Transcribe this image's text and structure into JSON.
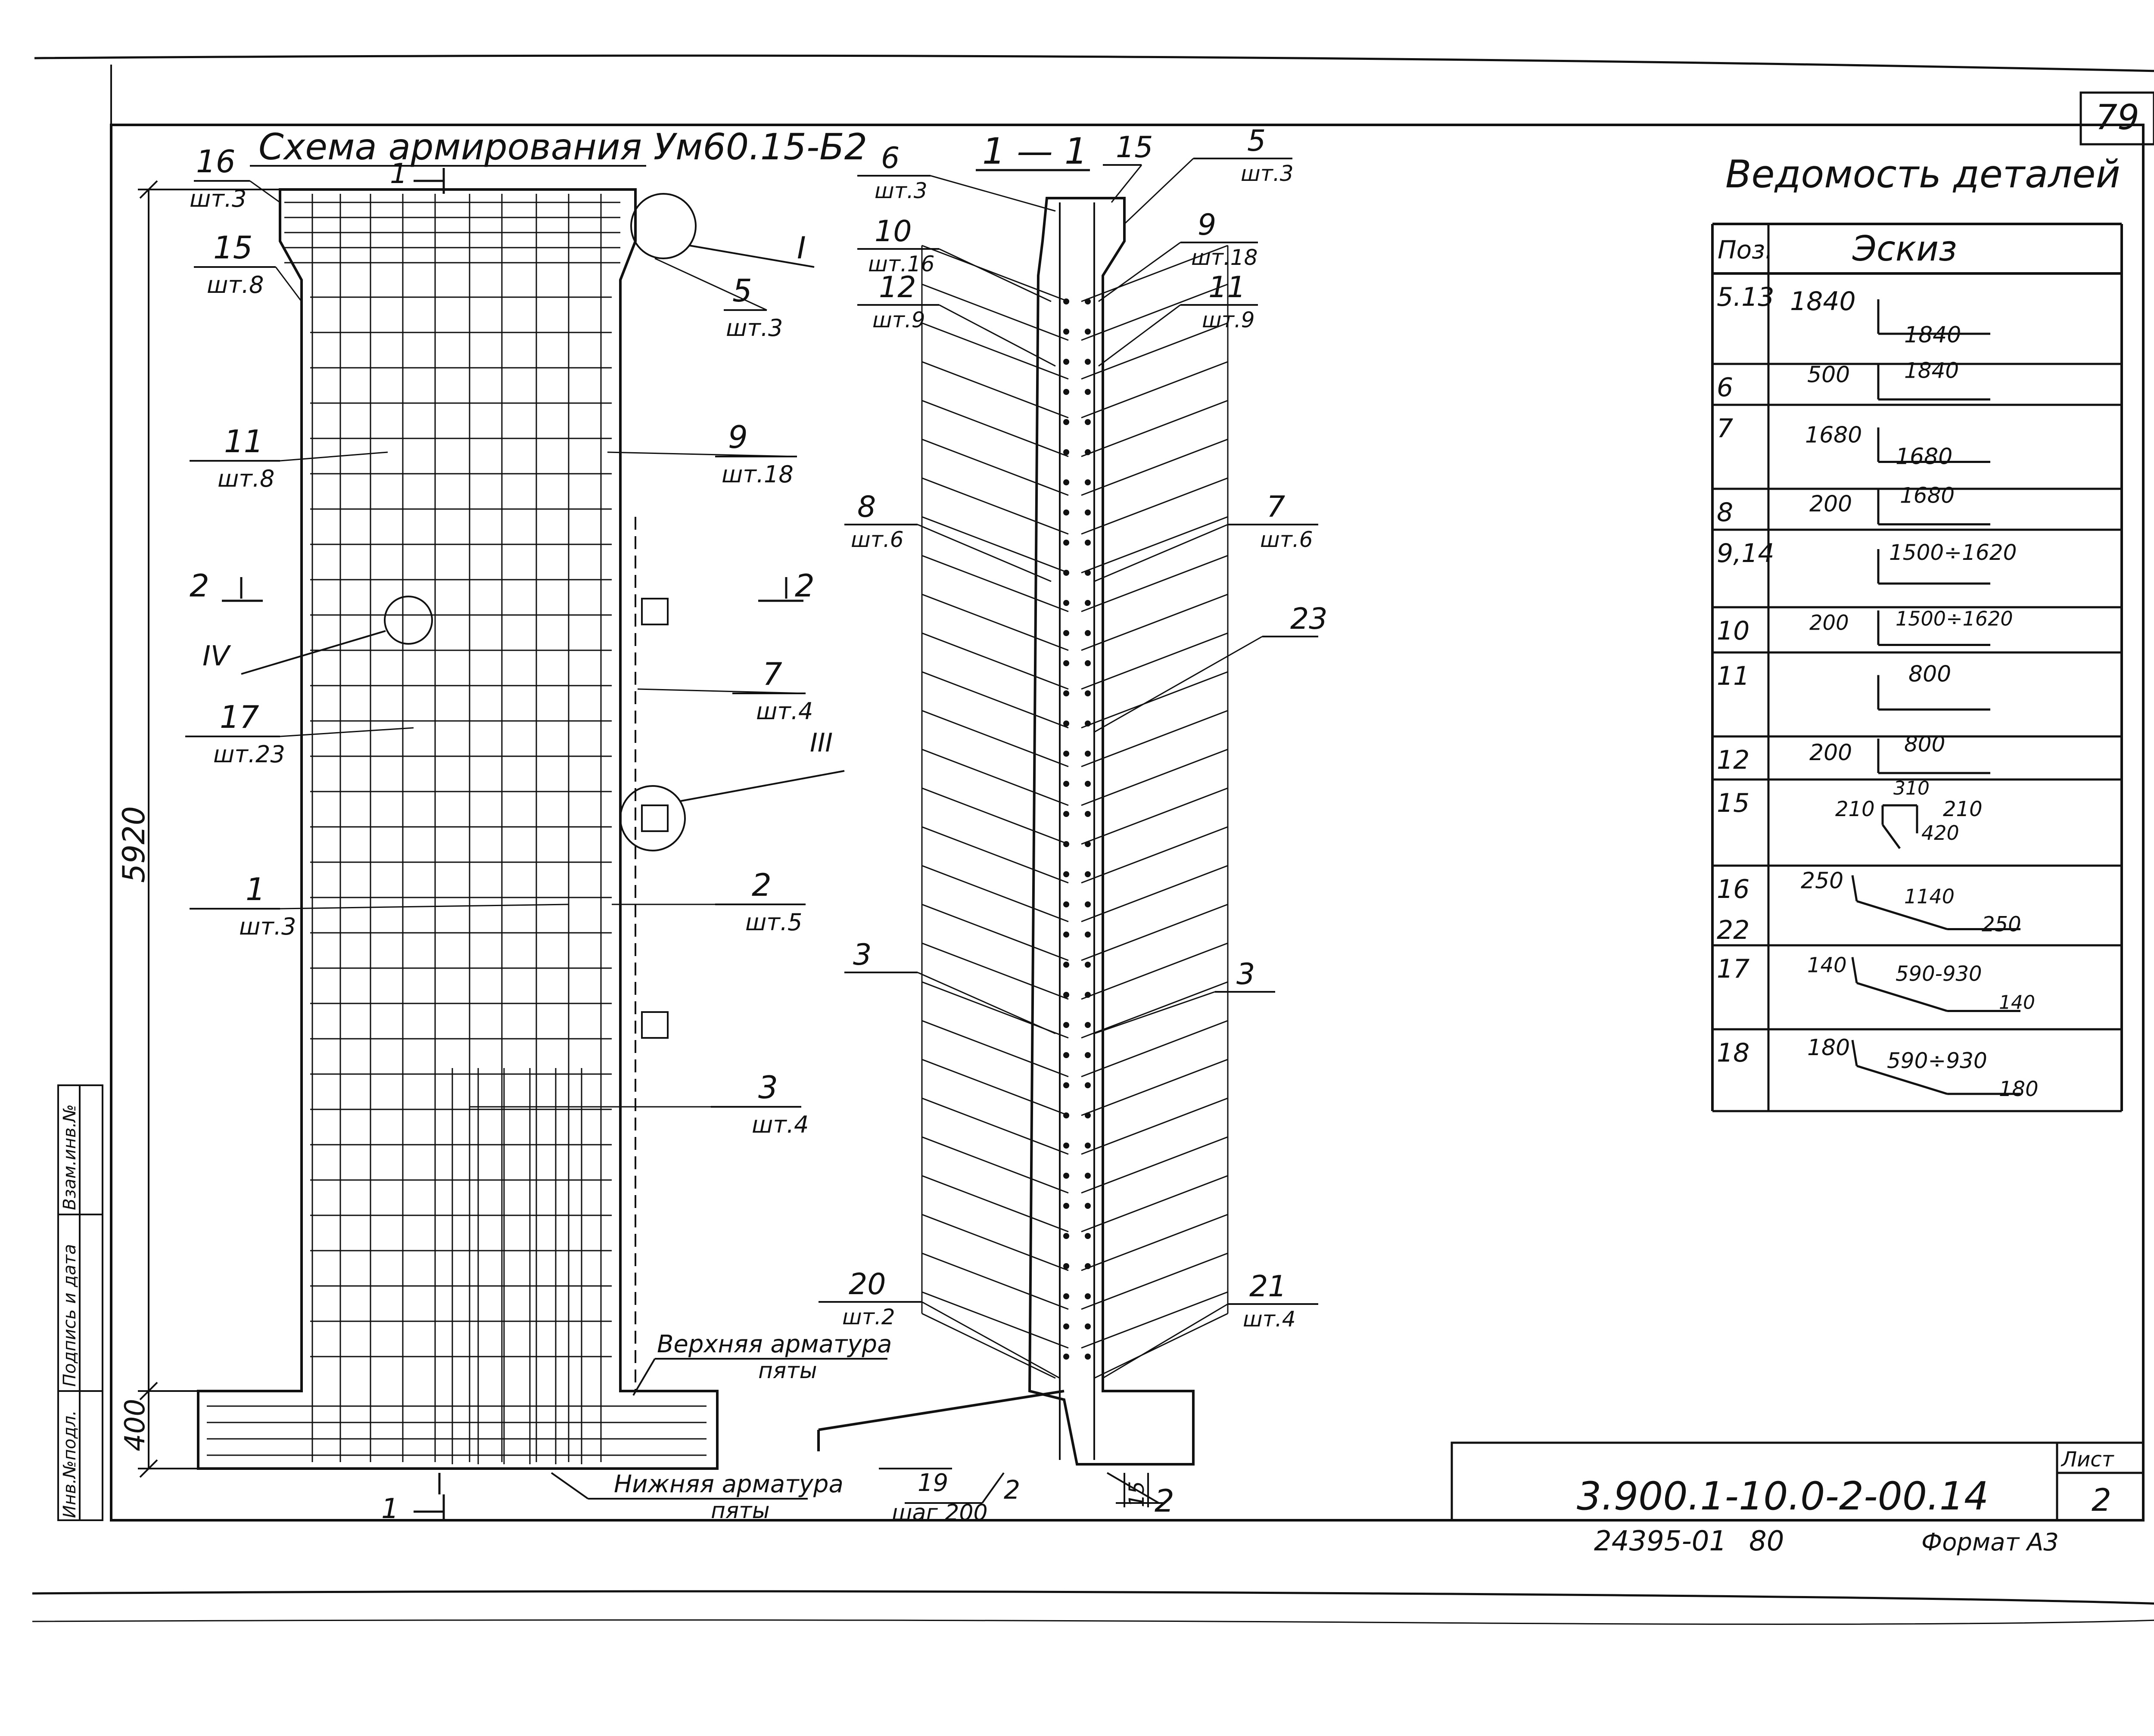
{
  "sheet": {
    "page_number": "79",
    "drawing_title": "Схема армирования Ум60.15-Б2",
    "doc_code": "3.900.1-10.0-2-00.14",
    "sheet_label": "Лист",
    "sheet_number": "2",
    "archive_number": "24395-01",
    "archive_page": "80",
    "format": "Формат А3",
    "side_stamp": [
      "Инв.№подл.",
      "Подпись и дата",
      "Взам.инв.№"
    ]
  },
  "elevation": {
    "dims": {
      "total_height": "5920",
      "footing_height": "400"
    },
    "section_marks": {
      "cut_1_top": "1",
      "cut_1_bottom": "1",
      "cut_2_left": "2",
      "cut_2_right": "2"
    },
    "nodes": {
      "I": "I",
      "III": "III",
      "IV": "IV"
    },
    "callouts": [
      {
        "pos": "16",
        "qty": "шт.3"
      },
      {
        "pos": "15",
        "qty": "шт.8"
      },
      {
        "pos": "5",
        "qty": "шт.3"
      },
      {
        "pos": "11",
        "qty": "шт.8"
      },
      {
        "pos": "9",
        "qty": "шт.18"
      },
      {
        "pos": "17",
        "qty": "шт.23"
      },
      {
        "pos": "7",
        "qty": "шт.4"
      },
      {
        "pos": "1",
        "qty": "шт.3"
      },
      {
        "pos": "2",
        "qty": "шт.5"
      },
      {
        "pos": "3",
        "qty": "шт.4"
      }
    ],
    "notes": {
      "top_footing": [
        "Верхняя арматура",
        "пяты"
      ],
      "bottom_footing": [
        "Нижняя арматура",
        "пяты"
      ]
    }
  },
  "section": {
    "title": "1 — 1",
    "callouts": [
      {
        "pos": "6",
        "qty": "шт.3"
      },
      {
        "pos": "15",
        "qty": ""
      },
      {
        "pos": "5",
        "qty": "шт.3"
      },
      {
        "pos": "10",
        "qty": "шт.16"
      },
      {
        "pos": "12",
        "qty": "шт.9"
      },
      {
        "pos": "9",
        "qty": "шт.18"
      },
      {
        "pos": "11",
        "qty": "шт.9"
      },
      {
        "pos": "8",
        "qty": "шт.6"
      },
      {
        "pos": "7",
        "qty": "шт.6"
      },
      {
        "pos": "23",
        "qty": ""
      },
      {
        "pos": "3",
        "qty": ""
      },
      {
        "pos": "3",
        "qty": ""
      },
      {
        "pos": "20",
        "qty": "шт.2"
      },
      {
        "pos": "21",
        "qty": "шт.4"
      }
    ],
    "bottom_labels": {
      "pos19": "19",
      "step": "шаг 200",
      "pos2_left": "2",
      "dim15": "15",
      "pos2_right": "2"
    }
  },
  "schedule": {
    "title": "Ведомость деталей",
    "headers": [
      "Поз.",
      "Эскиз"
    ],
    "rows": [
      {
        "pos": [
          "5.13"
        ],
        "labels": [
          "1840",
          "1840"
        ]
      },
      {
        "pos": [
          "6"
        ],
        "labels": [
          "500",
          "1840"
        ]
      },
      {
        "pos": [
          "7"
        ],
        "labels": [
          "1680",
          "1680"
        ]
      },
      {
        "pos": [
          "8"
        ],
        "labels": [
          "200",
          "1680"
        ]
      },
      {
        "pos": [
          "9,14"
        ],
        "labels": [
          "1500÷1620"
        ]
      },
      {
        "pos": [
          "10"
        ],
        "labels": [
          "200",
          "1500÷1620"
        ]
      },
      {
        "pos": [
          "11"
        ],
        "labels": [
          "800"
        ]
      },
      {
        "pos": [
          "12"
        ],
        "labels": [
          "200",
          "800"
        ]
      },
      {
        "pos": [
          "15"
        ],
        "labels": [
          "310",
          "210",
          "210",
          "420"
        ]
      },
      {
        "pos": [
          "16",
          "22"
        ],
        "labels": [
          "250",
          "1140",
          "250"
        ]
      },
      {
        "pos": [
          "17"
        ],
        "labels": [
          "140",
          "590-930",
          "140"
        ]
      },
      {
        "pos": [
          "18"
        ],
        "labels": [
          "180",
          "590÷930",
          "180"
        ]
      }
    ]
  }
}
